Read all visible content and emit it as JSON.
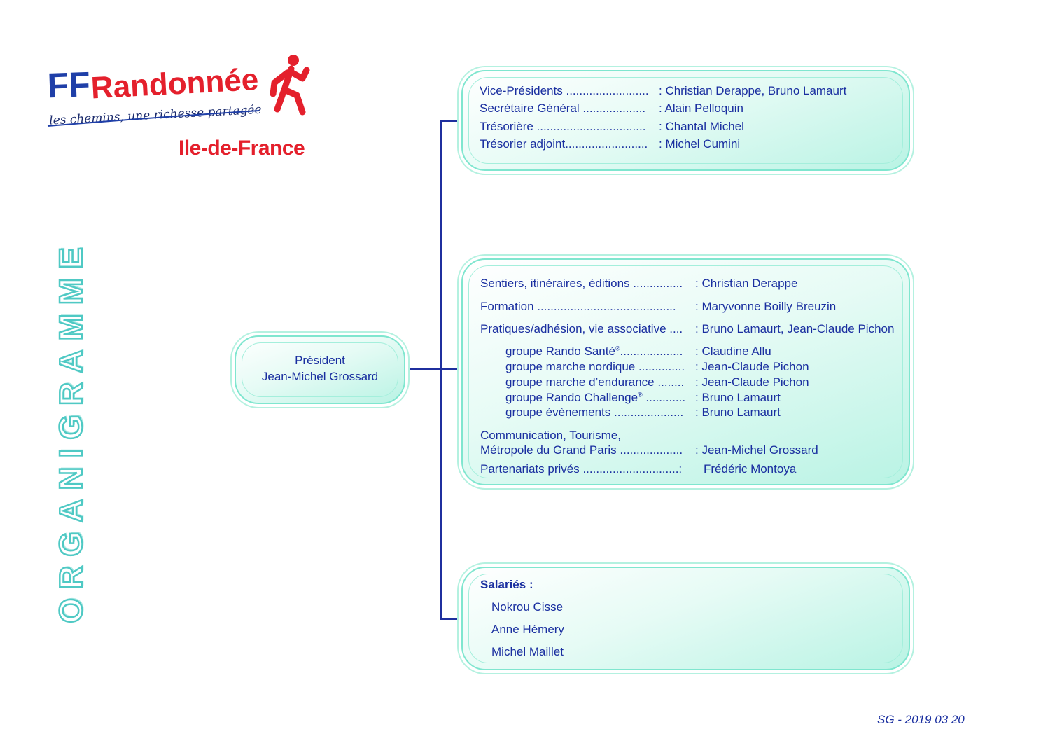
{
  "logo": {
    "brand_ff": "FF",
    "brand_name": "Randonnée",
    "tagline": "les chemins, une richesse partagée",
    "region": "Ile-de-France",
    "colors": {
      "blue": "#1f3fa8",
      "red": "#e4202c"
    }
  },
  "title_vertical": "ORGANIGRAMME",
  "president": {
    "role": "Président",
    "name": "Jean-Michel Grossard"
  },
  "bureau": [
    {
      "label": "Vice-Présidents .........................",
      "value": ": Christian Derappe, Bruno Lamaurt"
    },
    {
      "label": "Secrétaire Général  ...................",
      "value": ": Alain Pelloquin"
    },
    {
      "label": "Trésorière .................................",
      "value": ": Chantal Michel"
    },
    {
      "label": "Trésorier adjoint.........................",
      "value": ": Michel Cumini"
    }
  ],
  "commissions": {
    "sentiers": {
      "label": "Sentiers, itinéraires, éditions ...............",
      "value": ": Christian Derappe"
    },
    "formation": {
      "label": "Formation ..........................................",
      "value": ": Maryvonne Boilly Breuzin"
    },
    "pratiques": {
      "label": "Pratiques/adhésion, vie associative ....",
      "value": ": Bruno Lamaurt, Jean-Claude Pichon"
    },
    "groupes": [
      {
        "label": "groupe Rando Santé",
        "sup": "®",
        "dots": "...................",
        "value": ": Claudine Allu"
      },
      {
        "label": "groupe marche nordique",
        "sup": "",
        "dots": " ..............",
        "value": ": Jean-Claude Pichon"
      },
      {
        "label": "groupe marche d’endurance",
        "sup": "",
        "dots": " ........",
        "value": ": Jean-Claude Pichon"
      },
      {
        "label": "groupe Rando Challenge",
        "sup": "®",
        "dots": " ............",
        "value": ": Bruno Lamaurt"
      },
      {
        "label": "groupe évènements",
        "sup": "",
        "dots": " .....................",
        "value": ": Bruno Lamaurt"
      }
    ],
    "communication_line1": "Communication, Tourisme,",
    "communication": {
      "label": "Métropole du Grand Paris ...................",
      "value": ": Jean-Michel Grossard"
    },
    "partenariats": {
      "label": "Partenariats privés .............................:",
      "value": "Frédéric Montoya"
    }
  },
  "salaries": {
    "heading": "Salariés :",
    "names": [
      "Nokrou Cisse",
      "Anne Hémery",
      "Michel Maillet"
    ]
  },
  "footer": "SG - 2019 03 20"
}
